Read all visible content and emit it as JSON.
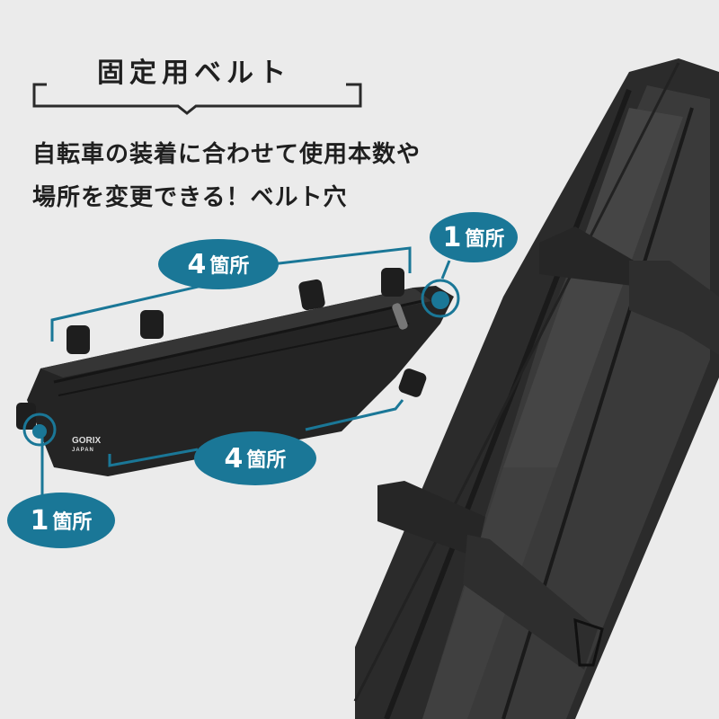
{
  "header": {
    "title": "固定用ベルト"
  },
  "headline": {
    "line1": "自転車の装着に合わせて使用本数や",
    "line2": "場所を変更できる！ベルト穴"
  },
  "callouts": [
    {
      "id": "top-right",
      "number": "1",
      "unit": "箇所"
    },
    {
      "id": "top",
      "number": "4",
      "unit": "箇所"
    },
    {
      "id": "bottom",
      "number": "4",
      "unit": "箇所"
    },
    {
      "id": "bottom-left",
      "number": "1",
      "unit": "箇所"
    }
  ],
  "product": {
    "brand": "GORIX",
    "brand_sub": "JAPAN"
  },
  "colors": {
    "background": "#ebebeb",
    "accent": "#1a7797",
    "text": "#1f1f1f"
  }
}
